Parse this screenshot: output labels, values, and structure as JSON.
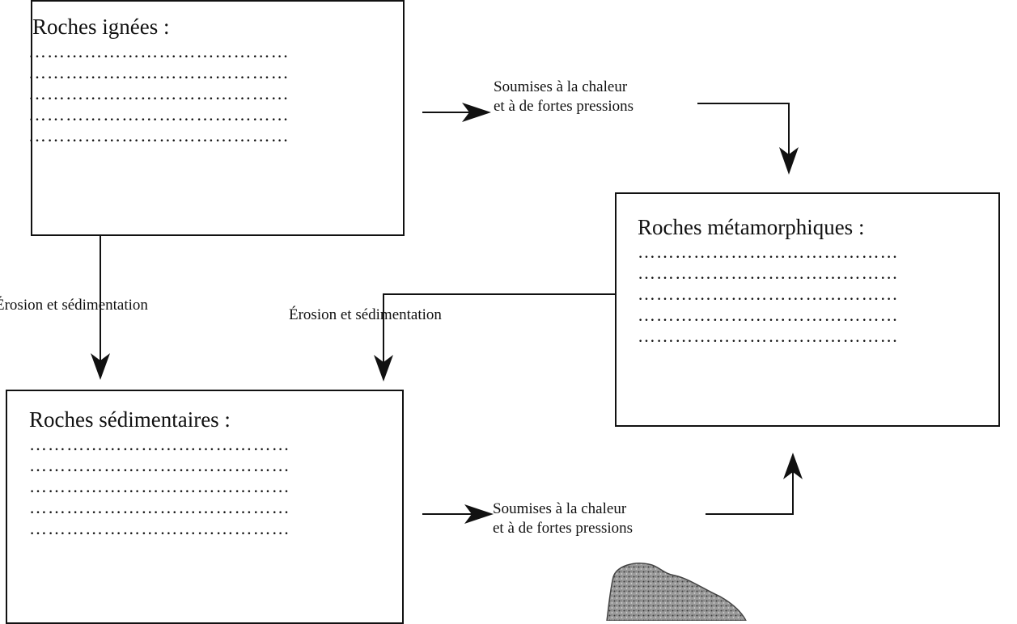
{
  "boxes": {
    "ignees": {
      "title": "Roches ignées :",
      "lines": [
        "……………………………………",
        "……………………………………",
        "……………………………………",
        "……………………………………",
        "……………………………………"
      ]
    },
    "metamorphiques": {
      "title": "Roches métamorphiques :",
      "lines": [
        "……………………………………",
        "……………………………………",
        "……………………………………",
        "……………………………………",
        "……………………………………"
      ]
    },
    "sedimentaires": {
      "title": "Roches sédimentaires :",
      "lines": [
        "……………………………………",
        "……………………………………",
        "……………………………………",
        "……………………………………",
        "……………………………………"
      ]
    }
  },
  "labels": {
    "top_line1": "Soumises à la chaleur",
    "top_line2": "et à de fortes pressions",
    "bottom_line1": "Soumises à la chaleur",
    "bottom_line2": "et à de fortes pressions",
    "left": "Érosion et sédimentation",
    "middle": "Érosion et sédimentation"
  },
  "colors": {
    "ink": "#111111",
    "background": "#ffffff",
    "rock": "#7a7a7a"
  }
}
